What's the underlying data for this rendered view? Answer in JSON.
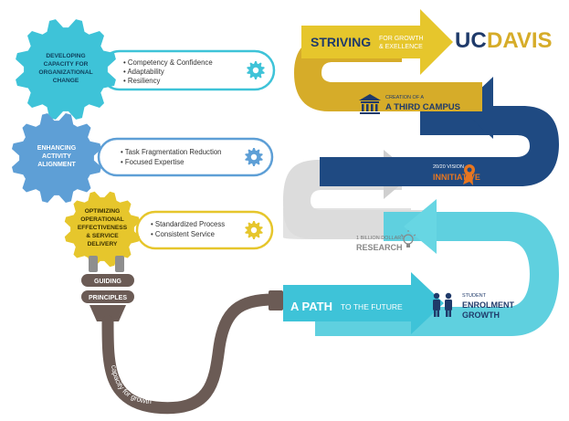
{
  "colors": {
    "teal": "#3EC3D8",
    "blue_gear": "#5E9FD6",
    "gold": "#E6C62C",
    "gold_road": "#D6AC29",
    "navy": "#1F4A82",
    "grey": "#D8D8D8",
    "aqua": "#5FD0DF",
    "cable": "#6B5B55",
    "orange": "#E8761F"
  },
  "gears": [
    {
      "title": [
        "DEVELOPING",
        "CAPACITY FOR",
        "ORGANIZATIONAL",
        "CHANGE"
      ],
      "bullets": [
        "Competency & Confidence",
        "Adaptability",
        "Resiliency"
      ],
      "color": "#3EC3D8",
      "icon": "gear-icon"
    },
    {
      "title": [
        "ENHANCING",
        "ACTIVITY",
        "ALIGNMENT"
      ],
      "bullets": [
        "Task Fragmentation Reduction",
        "Focused Expertise"
      ],
      "color": "#5E9FD6",
      "icon": "gear-icon"
    },
    {
      "title": [
        "OPTIMIZING",
        "OPERATIONAL",
        "EFFECTIVENESS",
        "& SERVICE",
        "DELIVERY"
      ],
      "bullets": [
        "Standardized Process",
        "Consistent Service"
      ],
      "color": "#E6C62C",
      "icon": "gear-icon"
    }
  ],
  "plug": {
    "label_1": "GUIDING",
    "label_2": "PRINCIPLES",
    "cable_text": "capacity for growth"
  },
  "road": {
    "striving": "STRIVING",
    "growth_1": "FOR GROWTH",
    "growth_2": "& EXELLENCE",
    "logo_uc": "UC",
    "logo_davis": "DAVIS",
    "campus_small": "CREATION OF A",
    "campus_big": "A THIRD CAMPUS",
    "vision_small": "20/20 VISION",
    "vision_big": "INNITIATIVE",
    "research_small": "1 BILLION DOLLARS",
    "research_big": "RESEARCH",
    "path_bold": "A PATH",
    "path_rest": "TO THE FUTURE",
    "enrol_1": "STUDENT",
    "enrol_2": "ENROLMENT",
    "enrol_3": "GROWTH"
  }
}
